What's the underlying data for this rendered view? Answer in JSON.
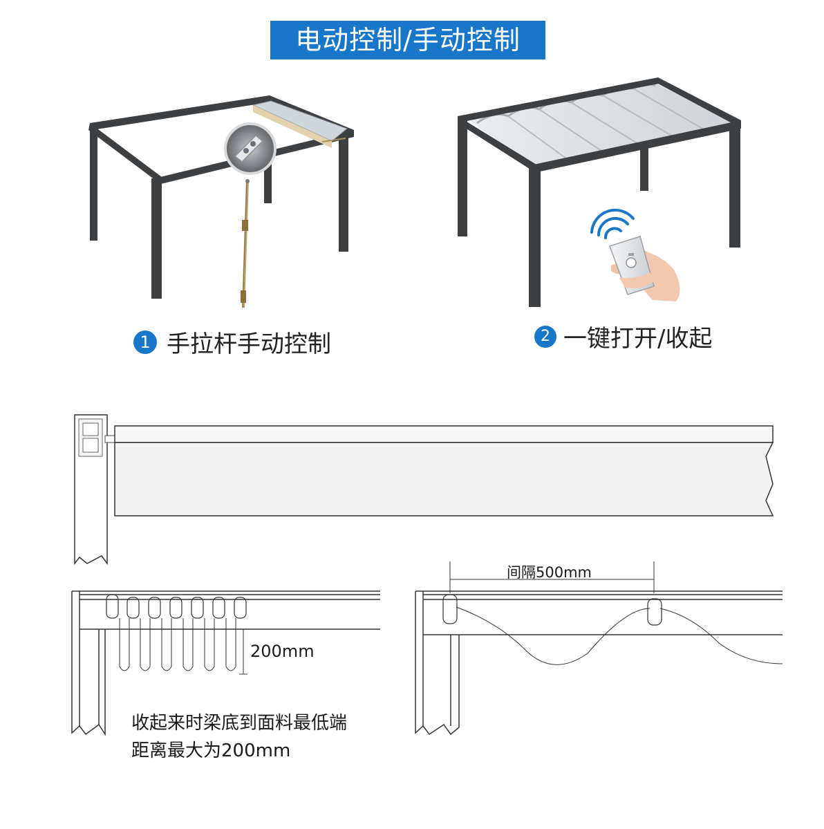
{
  "banner": {
    "title": "电动控制/手动控制"
  },
  "option1": {
    "number": "1",
    "label": "手拉杆手动控制"
  },
  "option2": {
    "number": "2",
    "label": "一键打开/收起"
  },
  "left_detail": {
    "dimension": "200mm",
    "note_line1": "收起来时梁底到面料最低端",
    "note_line2": "距离最大为200mm"
  },
  "right_detail": {
    "spacing": "间隔500mm"
  },
  "colors": {
    "accent": "#1877c8",
    "frame": "#3a3d40",
    "line": "#333333"
  }
}
